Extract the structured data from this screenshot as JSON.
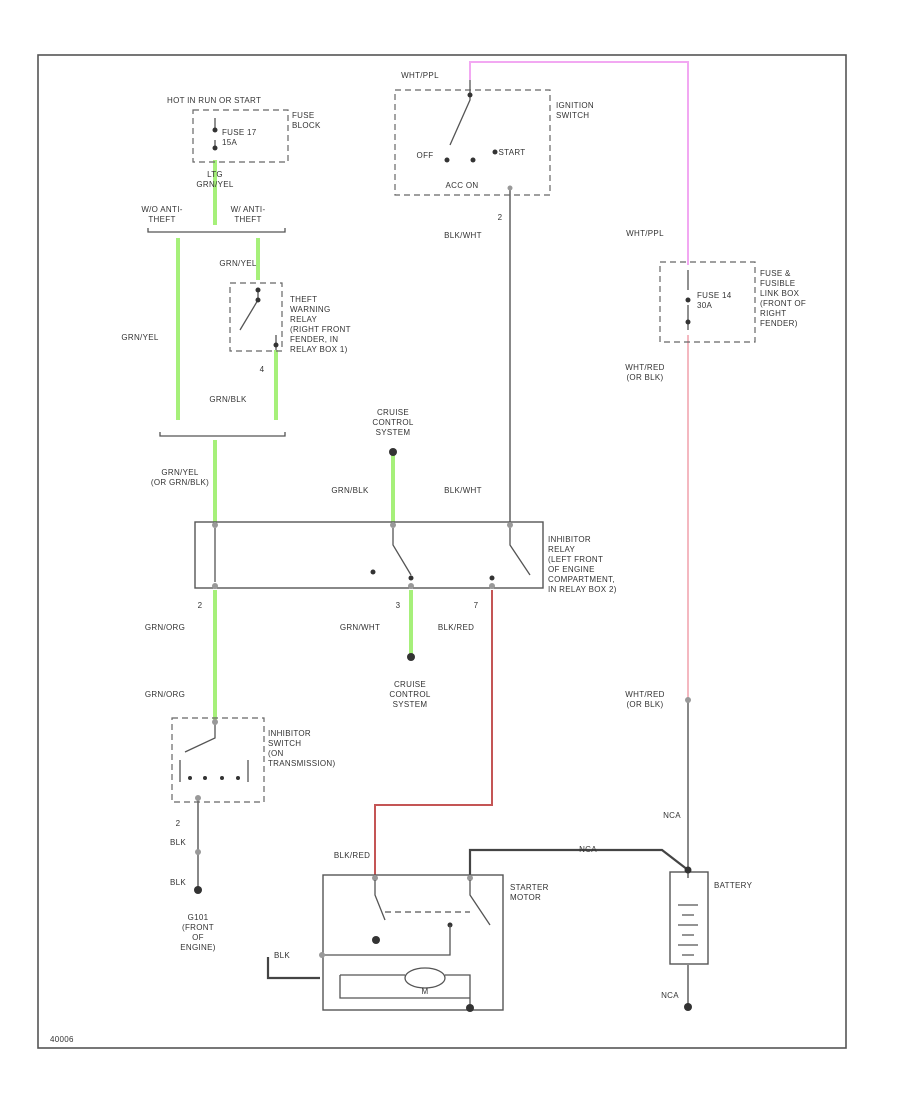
{
  "labels": {
    "hot_in": "HOT IN RUN OR START",
    "fuse_block": "FUSE\nBLOCK",
    "fuse17": "FUSE 17\n15A",
    "ltg_wire": "LTG\nGRN/YEL",
    "auto_trans": "W/O ANTI-\nTHEFT",
    "anti_theft": "W/ ANTI-\nTHEFT",
    "grn_yel_1": "GRN/YEL",
    "grn_yel_2": "GRN/YEL",
    "theft_relay": "THEFT\nWARNING\nRELAY\n(RIGHT FRONT\nFENDER, IN\nRELAY BOX 1)",
    "pin4": "4",
    "grn_blk_1": "GRN/BLK",
    "grn_yel_or": "GRN/YEL\n(OR GRN/BLK)",
    "hot_ppl_1": "WHT/PPL",
    "ign_switch": "IGNITION\nSWITCH",
    "off": "OFF",
    "start": "START",
    "acc_on": "ACC   ON",
    "pin2_ign": "2",
    "blk_wht_1": "BLK/WHT",
    "hot_ppl_2": "WHT/PPL",
    "fuse_link": "FUSE &\nFUSIBLE\nLINK BOX\n(FRONT OF\nRIGHT\nFENDER)",
    "fuse14": "FUSE 14\n30A",
    "wht_red_1": "WHT/RED\n(OR BLK)",
    "cruise_top": "CRUISE\nCONTROL\nSYSTEM",
    "grn_blk_2": "GRN/BLK",
    "blk_wht_2": "BLK/WHT",
    "inhibitor_relay": "INHIBITOR\nRELAY\n(LEFT FRONT\nOF ENGINE\nCOMPARTMENT,\nIN RELAY BOX 2)",
    "pin2_left": "2",
    "pin3": "3",
    "pin7": "7",
    "grn_org_1": "GRN/ORG",
    "grn_wht": "GRN/WHT",
    "blk_red_1": "BLK/RED",
    "cruise_bot": "CRUISE\nCONTROL\nSYSTEM",
    "grn_org_2": "GRN/ORG",
    "inhibitor_switch": "INHIBITOR\nSWITCH\n(ON\nTRANSMISSION)",
    "wht_red_2": "WHT/RED\n(OR BLK)",
    "pin2_bot": "2",
    "blk_1": "BLK",
    "blk_2": "BLK",
    "ground": "G101\n(FRONT\nOF\nENGINE)",
    "nca_1": "NCA",
    "blk_red_2": "BLK/RED",
    "starter": "STARTER\nMOTOR",
    "battery": "BATTERY",
    "nca_2": "NCA",
    "nca_3": "NCA",
    "blk_tag": "BLK",
    "m": "M",
    "corner": "40006"
  }
}
